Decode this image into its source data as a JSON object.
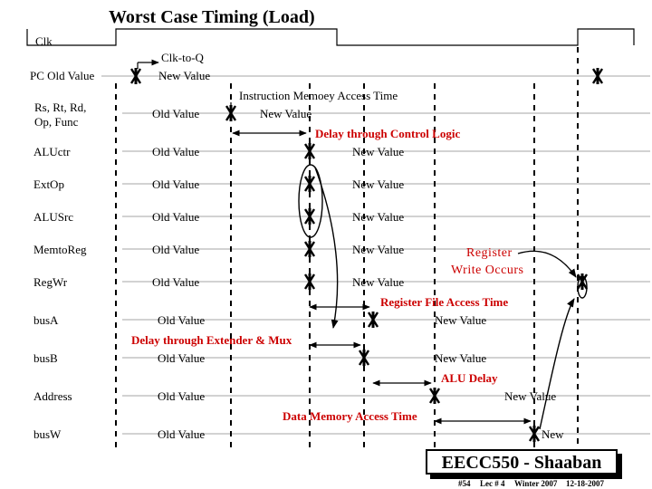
{
  "title": "Worst Case Timing (Load)",
  "clock": {
    "label": "Clk",
    "clk_to_q": "Clk-to-Q"
  },
  "signals": {
    "pc": {
      "label": "PC Old Value",
      "new": "New Value"
    },
    "rs": {
      "label1": "Rs, Rt, Rd,",
      "label2": "Op, Func",
      "old": "Old Value",
      "new": "New Value"
    },
    "aluctr": {
      "label": "ALUctr",
      "old": "Old Value",
      "new": "New Value"
    },
    "extop": {
      "label": "ExtOp",
      "old": "Old Value",
      "new": "New Value"
    },
    "alusrc": {
      "label": "ALUSrc",
      "old": "Old Value",
      "new": "New Value"
    },
    "memtoreg": {
      "label": "MemtoReg",
      "old": "Old Value",
      "new": "New Value"
    },
    "regwr": {
      "label": "RegWr",
      "old": "Old Value",
      "new": "New Value"
    },
    "busa": {
      "label": "busA",
      "old": "Old Value",
      "new": "New Value"
    },
    "busb": {
      "label": "busB",
      "old": "Old Value",
      "new": "New Value"
    },
    "address": {
      "label": "Address",
      "old": "Old Value",
      "new": "New Value"
    },
    "busw": {
      "label": "busW",
      "old": "Old Value",
      "new": "New"
    }
  },
  "annotations": {
    "imem": "Instruction Memoey Access Time",
    "control": "Delay through Control Logic",
    "reg_write_1": "Register",
    "reg_write_2": "Write Occurs",
    "regfile": "Register File Access Time",
    "extender": "Delay through Extender & Mux",
    "alu": "ALU Delay",
    "dmem": "Data Memory Access Time"
  },
  "footer": {
    "logo": "EECC550 - Shaaban",
    "slide": "#54",
    "lecture": "Lec # 4",
    "term": "Winter 2007",
    "date": "12-18-2007"
  },
  "colors": {
    "ink": "#000000",
    "accent": "#cc0000"
  }
}
